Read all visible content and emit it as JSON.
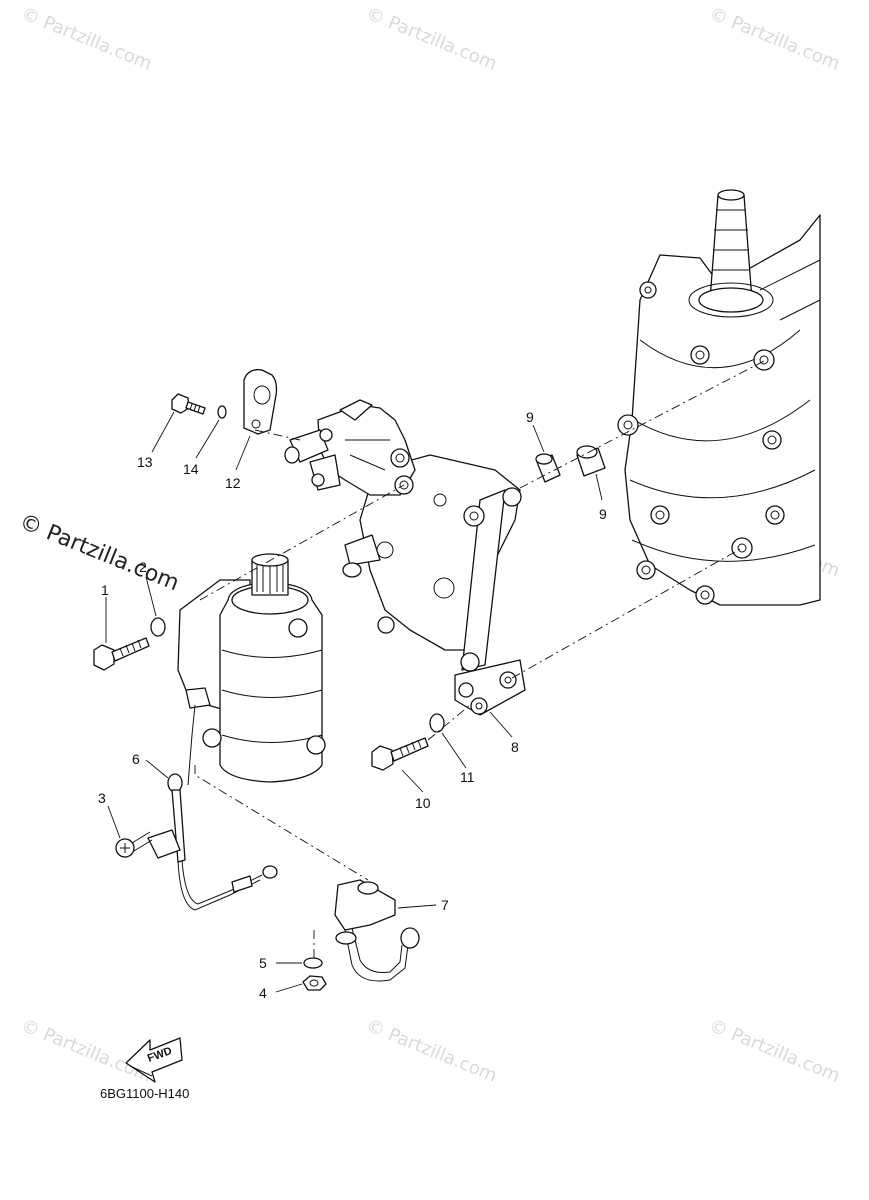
{
  "watermark": {
    "text": "© Partzilla.com",
    "big_text": "© Partzilla.com"
  },
  "callouts": {
    "c1": "1",
    "c2": "2",
    "c3": "3",
    "c4": "4",
    "c5": "5",
    "c6": "6",
    "c7": "7",
    "c8": "8",
    "c9a": "9",
    "c9b": "9",
    "c10": "10",
    "c11": "11",
    "c12": "12",
    "c13": "13",
    "c14": "14"
  },
  "fwd_label": "FWD",
  "reference_code": "6BG1100-H140"
}
